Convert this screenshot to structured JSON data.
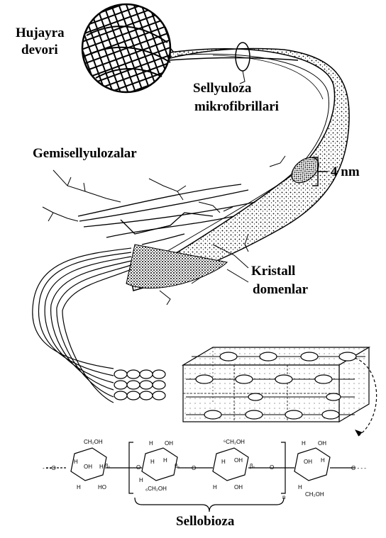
{
  "labels": {
    "cell_wall_line1": "Hujayra",
    "cell_wall_line2": "devori",
    "microfibrils_line1": "Sellyuloza",
    "microfibrils_line2": "mikrofibrillari",
    "hemicellulose": "Gemisellyulozalar",
    "diameter": "4 nm",
    "crystal_line1": "Kristall",
    "crystal_line2": "domenlar",
    "cellobiose": "Sellobioza"
  },
  "formula": {
    "subscript_n": "n",
    "groups": [
      "CH₂OH",
      "OH",
      "H",
      "HO",
      "O",
      "β₁",
      "β₄"
    ]
  },
  "colors": {
    "ink": "#000000",
    "background": "#ffffff"
  }
}
